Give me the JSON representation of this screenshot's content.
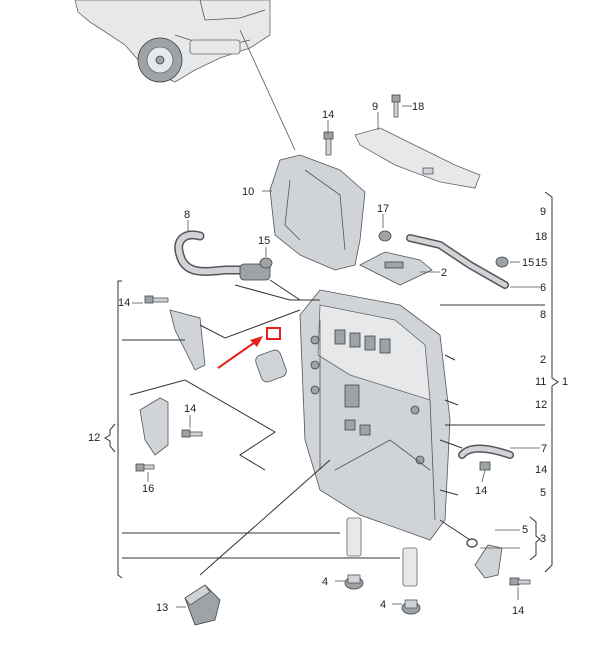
{
  "labels": {
    "l14a": "14",
    "l9a": "9",
    "l18a": "18",
    "l10": "10",
    "l17": "17",
    "l8a": "8",
    "l15a": "15",
    "l2a": "2",
    "l15b": "15",
    "l6": "6",
    "l14b": "14",
    "l14c": "14",
    "l12": "12",
    "l16": "16",
    "l13": "13",
    "l4a": "4",
    "l4b": "4",
    "l5a": "5",
    "l3": "3",
    "l14d": "14",
    "l7": "7",
    "l14e": "14",
    "r9": "9",
    "r18": "18",
    "r15": "15",
    "r6": "6",
    "r8": "8",
    "r2": "2",
    "r11": "11",
    "r1": "1",
    "r12": "12",
    "r7": "7",
    "r14": "14",
    "r5": "5"
  },
  "colors": {
    "accent_arrow": "#e8201c",
    "highlight_box": "#e8201c",
    "part_fill": "#d0d3d7",
    "part_dark": "#9ea3a8",
    "line": "#333333"
  },
  "icons": {
    "car": "car-illustration",
    "control_unit": "control-unit-illustration",
    "pointer": "red-arrow"
  }
}
